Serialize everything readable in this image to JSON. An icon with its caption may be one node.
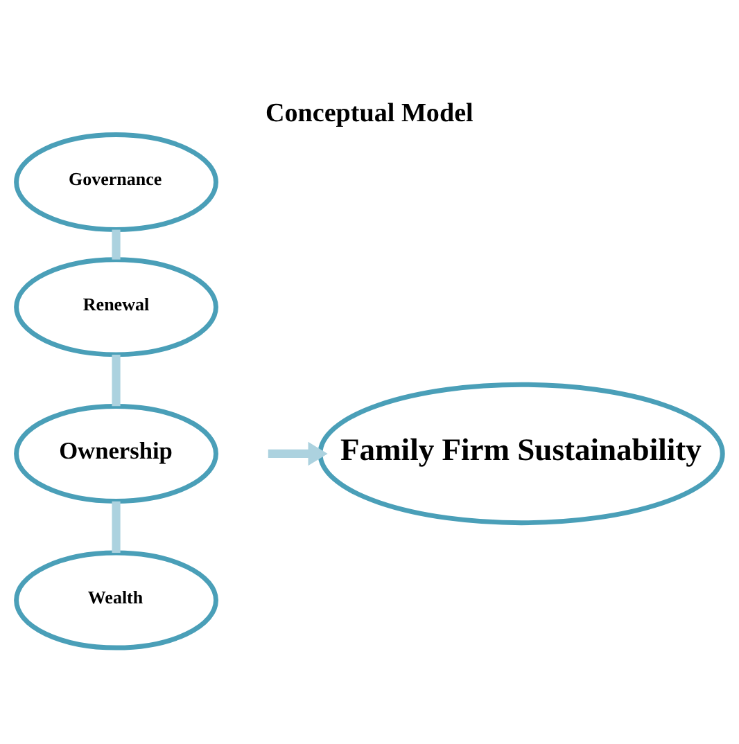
{
  "diagram": {
    "title": "Conceptual Model",
    "nodes": [
      {
        "text": [
          "Governance"
        ]
      },
      {
        "text": [
          "Renewal"
        ]
      },
      {
        "text": [
          "Ownership"
        ]
      },
      {
        "text": [
          "Wealth"
        ]
      },
      {
        "text": [
          "Family Firm Sustainability"
        ]
      }
    ],
    "edges": [
      {
        "from": 0,
        "to": 1,
        "arrow": "none"
      },
      {
        "from": 1,
        "to": 2,
        "arrow": "none"
      },
      {
        "from": 2,
        "to": 3,
        "arrow": "none"
      },
      {
        "from": null,
        "to": 4,
        "arrow": "to"
      }
    ]
  }
}
